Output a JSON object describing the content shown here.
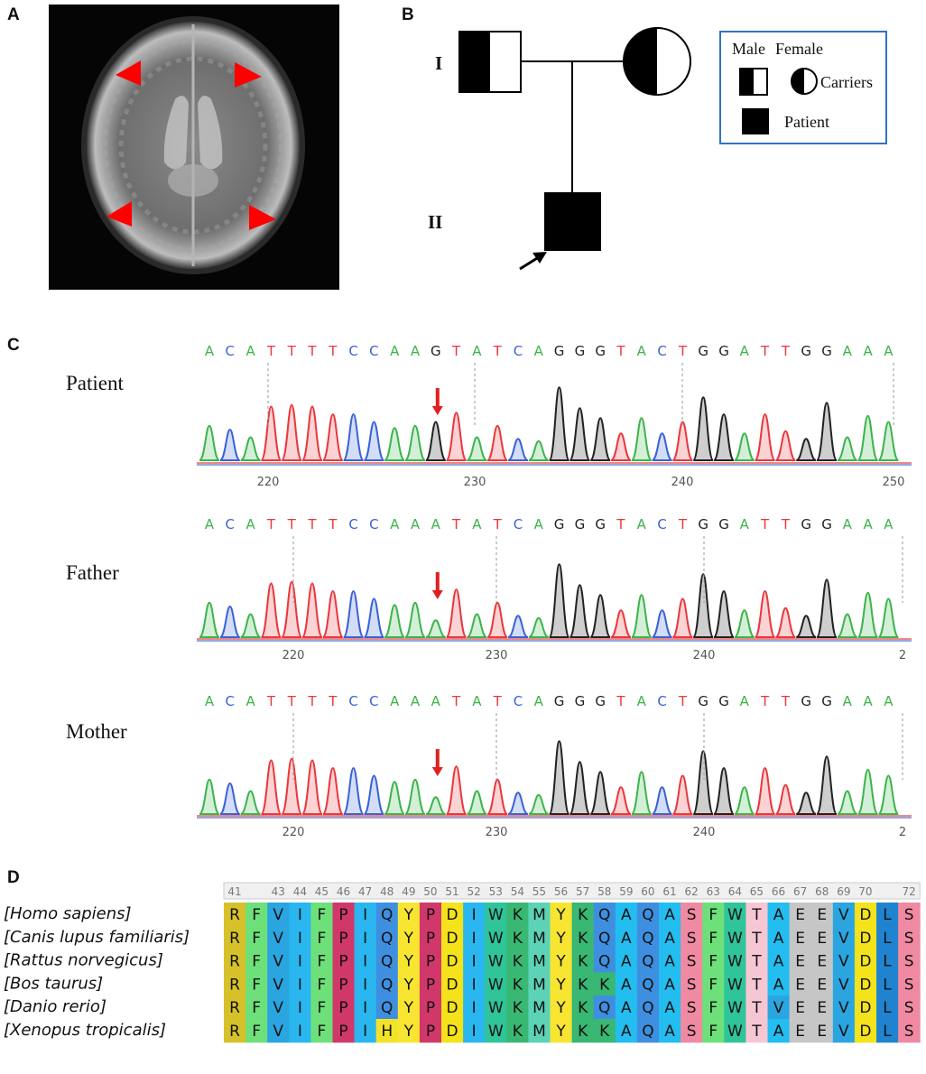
{
  "panels": {
    "a": "A",
    "b": "B",
    "c": "C",
    "d": "D"
  },
  "colors": {
    "A": "#3cb44b",
    "C": "#3a62d6",
    "G": "#222222",
    "T": "#e8383d",
    "arrow": "#e02020",
    "legend_border": "#2f73c0"
  },
  "pedigree": {
    "gen1": "I",
    "gen2": "II",
    "legend": {
      "male": "Male",
      "female": "Female",
      "carriers": "Carriers",
      "patient": "Patient"
    }
  },
  "chromatograms": [
    {
      "label": "Patient",
      "sequence": "ACATTTTCCAAGTATCAGGGTACTGGATTGGAAA",
      "ticks": [
        "220",
        "230",
        "240",
        "250"
      ],
      "het_index": 11
    },
    {
      "label": "Father",
      "sequence": "ACATTTTCCAAATATCAGGGTACTGGATTGGAAA",
      "ticks": [
        "220",
        "230",
        "240",
        "2"
      ],
      "het_index": 11
    },
    {
      "label": "Mother",
      "sequence": "ACATTTTCCAAATATCAGGGTACTGGATTGGAAA",
      "ticks": [
        "220",
        "230",
        "240",
        "2"
      ],
      "het_index": 11
    }
  ],
  "alignment": {
    "positions": [
      "41",
      "",
      "43",
      "44",
      "45",
      "46",
      "47",
      "48",
      "49",
      "50",
      "51",
      "52",
      "53",
      "54",
      "55",
      "56",
      "57",
      "58",
      "59",
      "60",
      "61",
      "62",
      "63",
      "64",
      "65",
      "66",
      "67",
      "68",
      "69",
      "70",
      "",
      "72"
    ],
    "species": [
      {
        "name": "[Homo sapiens]",
        "seq": "RFVIFPIQYPDIWKMYKQAQASFWTAEEVDLS"
      },
      {
        "name": "[Canis lupus familiaris]",
        "seq": "RFVIFPIQYPDIWKMYKQAQASFWTAEEVDLS"
      },
      {
        "name": "[Rattus norvegicus]",
        "seq": "RFVIFPIQYPDIWKMYKQAQASFWTAEEVDLS"
      },
      {
        "name": "[Bos taurus]",
        "seq": "RFVIFPIQYPDIWKMYKKAQASFWTAEEVDLS"
      },
      {
        "name": "[Danio rerio]",
        "seq": "RFVIFPIQYPDIWKMYKQAQASFWTVEEVDLS"
      },
      {
        "name": "[Xenopus tropicalis]",
        "seq": "RFVIFPIHYPDIWKMYKKAQASFWTAEEVDLS"
      }
    ],
    "mutation_column": 16,
    "residue_colors": {
      "R": "#d7c12a",
      "F": "#6de07a",
      "V": "#2aa5e0",
      "I": "#2ab7ef",
      "P": "#d1386a",
      "Q": "#3f8fe0",
      "H": "#f2e32a",
      "Y": "#f7e532",
      "D": "#f4e21a",
      "W": "#2fc49a",
      "K": "#39b874",
      "M": "#5cd3b6",
      "A": "#23bdf0",
      "S": "#f08aa2",
      "T": "#f7c6d3",
      "E": "#c6c6c6",
      "L": "#1f83cf"
    }
  }
}
